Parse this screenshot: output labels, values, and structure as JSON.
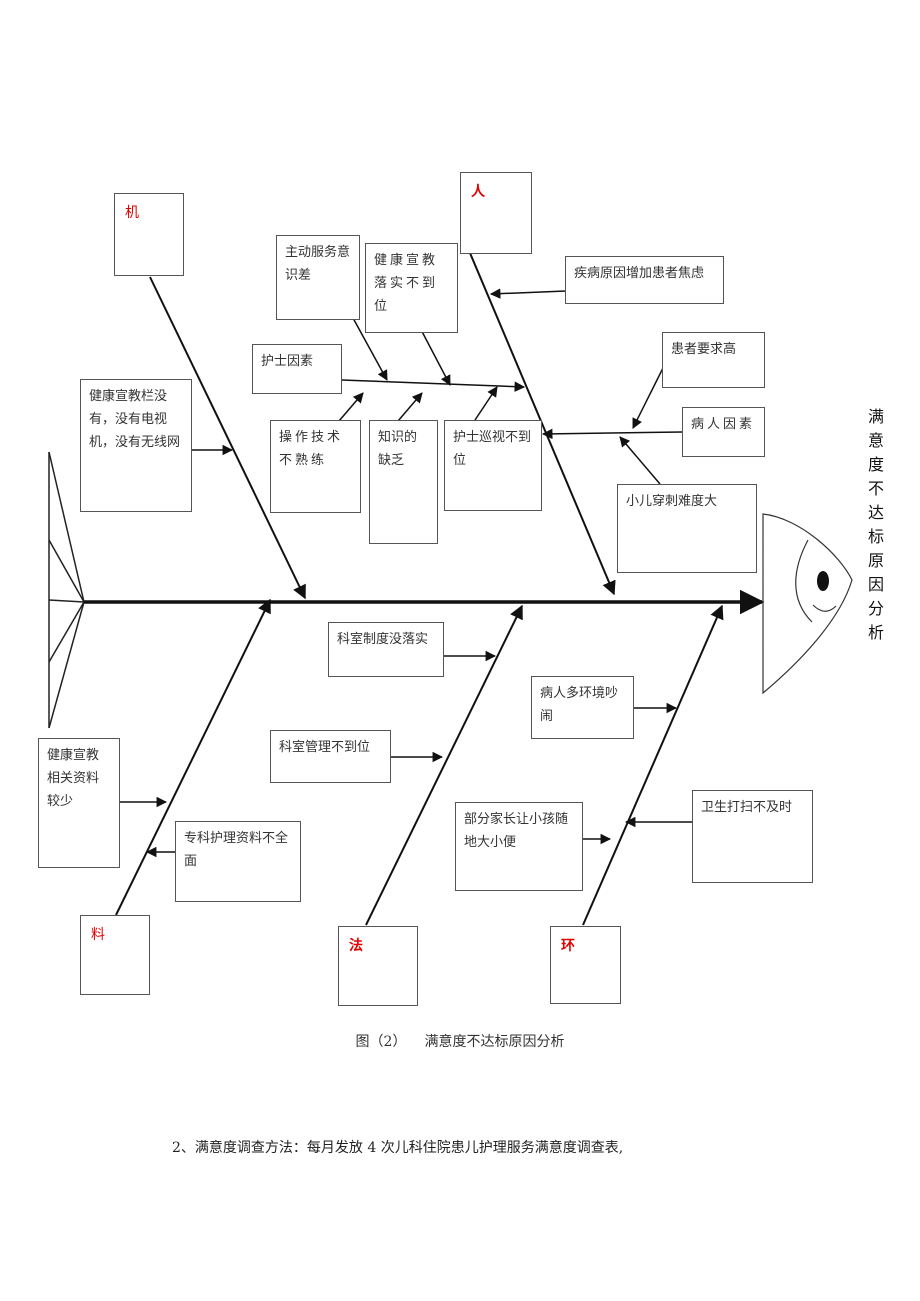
{
  "heads": {
    "machine": "机",
    "people": "人",
    "material": "料",
    "method": "法",
    "environment": "环"
  },
  "causes": {
    "proactive_service": "主动服务意识差",
    "health_edu_not_done": "健康宣教落实不到位",
    "disease_anxiety": "疾病原因增加患者焦虑",
    "high_demand": "患者要求高",
    "nurse_factor": "护士因素",
    "patient_factor": "病人因素",
    "skill_unskilled": "操作技术不熟练",
    "lack_knowledge": "知识的缺乏",
    "patrol_not_done": "护士巡视不到位",
    "puncture_difficult": "小儿穿刺难度大",
    "no_edu_board": "健康宣教栏没有，没有电视机，没有无线网",
    "dept_rules": "科室制度没落实",
    "noisy_env": "病人多环境吵闹",
    "dept_management": "科室管理不到位",
    "parents_toilet": "部分家长让小孩随地大小便",
    "cleaning_late": "卫生打扫不及时",
    "edu_materials_few": "健康宣教相关资料较少",
    "nursing_materials": "专科护理资料不全面"
  },
  "effect_title": "满意度不达标原因分析",
  "caption": {
    "figure_no": "图（2）",
    "text": "满意度不达标原因分析"
  },
  "paragraph": "2、满意度调查方法：每月发放 4 次儿科住院患儿护理服务满意度调查表,"
}
